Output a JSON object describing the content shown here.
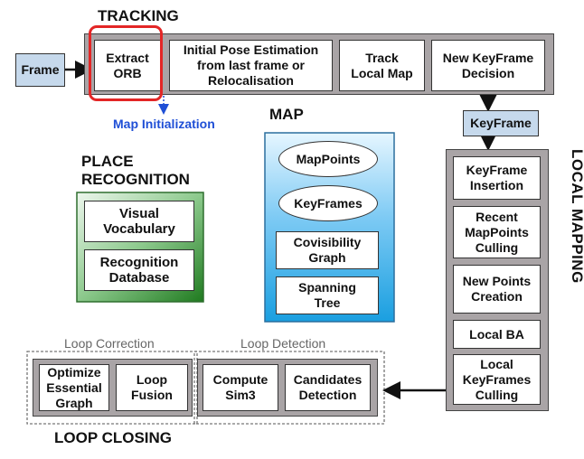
{
  "tracking": {
    "title": "TRACKING",
    "frame": "Frame",
    "extract_orb": "Extract\nORB",
    "initial_pose": "Initial Pose Estimation\nfrom last frame or\nRelocalisation",
    "track_local_map": "Track\nLocal Map",
    "new_keyframe_decision": "New KeyFrame\nDecision",
    "map_initialization": "Map Initialization",
    "keyframe": "KeyFrame"
  },
  "map": {
    "title": "MAP",
    "mappoints": "MapPoints",
    "keyframes": "KeyFrames",
    "covisibility_graph": "Covisibility\nGraph",
    "spanning_tree": "Spanning\nTree"
  },
  "place_recognition": {
    "title": "PLACE\nRECOGNITION",
    "visual_vocabulary": "Visual\nVocabulary",
    "recognition_database": "Recognition\nDatabase"
  },
  "local_mapping": {
    "title": "LOCAL MAPPING",
    "keyframe_insertion": "KeyFrame\nInsertion",
    "recent_mappoints_culling": "Recent\nMapPoints\nCulling",
    "new_points_creation": "New Points\nCreation",
    "local_ba": "Local BA",
    "local_keyframes_culling": "Local\nKeyFrames\nCulling"
  },
  "loop_closing": {
    "title": "LOOP CLOSING",
    "loop_correction": "Loop Correction",
    "loop_detection": "Loop Detection",
    "optimize_essential_graph": "Optimize\nEssential\nGraph",
    "loop_fusion": "Loop\nFusion",
    "compute_sim3": "Compute\nSim3",
    "candidates_detection": "Candidates\nDetection"
  },
  "colors": {
    "panel_gray": "#a9a4a6",
    "frame_blue": "#c6d9ec",
    "map_blue": "#1a9fe0",
    "place_green": "#2f8c2f",
    "highlight_red": "#e32626",
    "arrow_blue": "#1f4fd6"
  }
}
